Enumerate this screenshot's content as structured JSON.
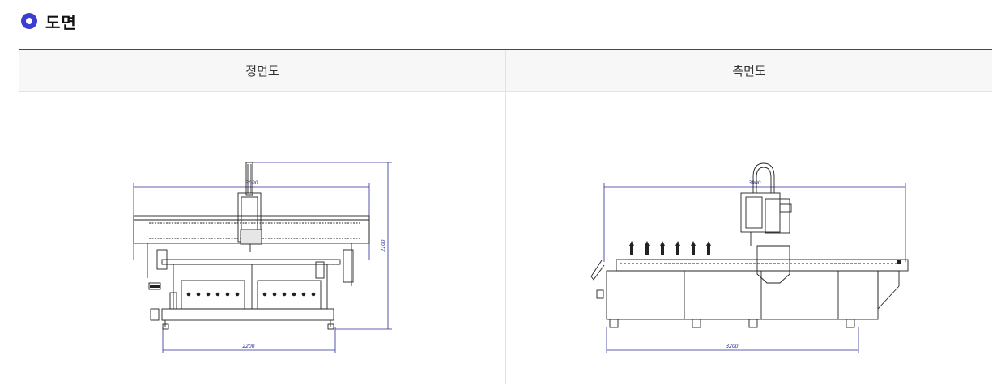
{
  "section": {
    "title": "도면",
    "icon": "circle-bullet-icon"
  },
  "columns": [
    {
      "label": "정면도"
    },
    {
      "label": "측면도"
    }
  ],
  "front": {
    "width_dim": "3000",
    "height_dim": "2100",
    "base_dim": "2200"
  },
  "side": {
    "width_dim": "3900",
    "base_dim": "3200"
  },
  "colors": {
    "accent": "#3b3ed1",
    "rule": "#3a3f9a",
    "dimension": "#2a2a9a"
  }
}
